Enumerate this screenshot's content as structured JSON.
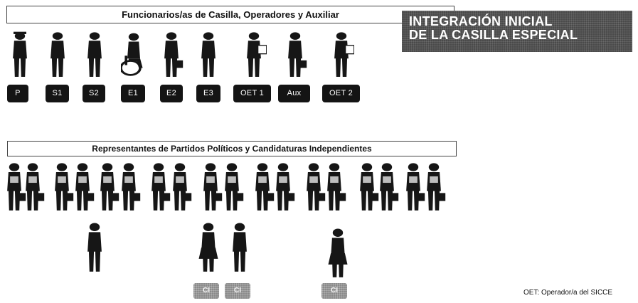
{
  "officials": {
    "title": "Funcionarios/as de Casilla, Operadores y Auxiliar",
    "roles": [
      "P",
      "S1",
      "S2",
      "E1",
      "E2",
      "E3",
      "OET 1",
      "Aux",
      "OET 2"
    ]
  },
  "banner": {
    "line1": "INTEGRACIÓN INICIAL",
    "line2": "DE LA CASILLA ESPECIAL"
  },
  "representatives": {
    "title": "Representantes de Partidos Políticos y Candidaturas Independientes",
    "observer_badges": [
      "CI",
      "CI",
      "CI"
    ]
  },
  "footnote": "OET: Operador/a del SICCE"
}
